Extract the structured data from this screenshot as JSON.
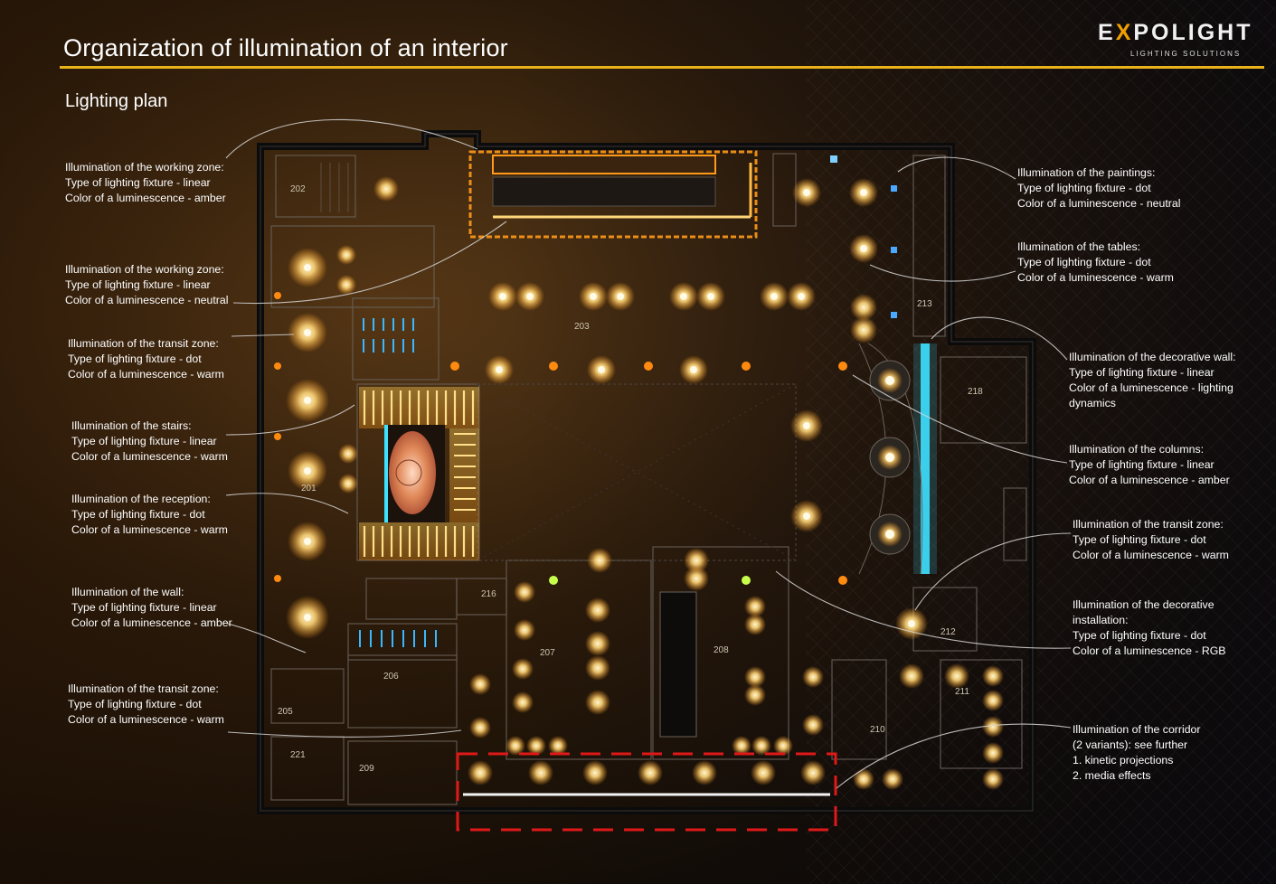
{
  "header": {
    "title": "Organization of illumination of an interior",
    "brand_name": "EXPOLIGHT",
    "brand_name_pre": "E",
    "brand_name_x": "X",
    "brand_name_post": "POLIGHT",
    "brand_tagline": "LIGHTING SOLUTIONS",
    "accent_color": "#e9b21a"
  },
  "subtitle": "Lighting plan",
  "left_notes": [
    {
      "lines": [
        "Illumination of the working zone:",
        "Type of lighting fixture - linear",
        "Color of a luminescence - amber"
      ]
    },
    {
      "lines": [
        "Illumination of the working zone:",
        "Type of lighting fixture - linear",
        "Color of a luminescence - neutral"
      ]
    },
    {
      "lines": [
        "Illumination of the transit zone:",
        "Type of lighting fixture - dot",
        "Color of a luminescence - warm"
      ]
    },
    {
      "lines": [
        "Illumination of the stairs:",
        "Type of lighting fixture - linear",
        "Color of a luminescence - warm"
      ]
    },
    {
      "lines": [
        "Illumination of the reception:",
        "Type of lighting fixture - dot",
        "Color of a luminescence - warm"
      ]
    },
    {
      "lines": [
        "Illumination of the wall:",
        "Type of lighting fixture - linear",
        "Color of a luminescence - amber"
      ]
    },
    {
      "lines": [
        "Illumination of the transit zone:",
        "Type of lighting fixture - dot",
        "Color of a luminescence - warm"
      ]
    }
  ],
  "right_notes": [
    {
      "lines": [
        "Illumination of the paintings:",
        "Type of lighting fixture - dot",
        "Color of a luminescence - neutral"
      ]
    },
    {
      "lines": [
        "Illumination of the tables:",
        "Type of lighting fixture - dot",
        "Color of a luminescence - warm"
      ]
    },
    {
      "lines": [
        "Illumination of the decorative wall:",
        "Type of lighting fixture - linear",
        "Color of a luminescence - lighting",
        "dynamics"
      ]
    },
    {
      "lines": [
        "Illumination of the columns:",
        "Type of lighting fixture - linear",
        "Color of a luminescence - amber"
      ]
    },
    {
      "lines": [
        "Illumination of the transit zone:",
        "Type of lighting fixture - dot",
        "Color of a luminescence - warm"
      ]
    },
    {
      "lines": [
        "Illumination of the decorative",
        "installation:",
        "Type of lighting fixture - dot",
        "Color of a luminescence - RGB"
      ]
    },
    {
      "lines": [
        "Illumination of the corridor",
        "(2 variants): see further",
        "1. kinetic projections",
        "2. media effects"
      ]
    }
  ],
  "plan": {
    "rooms": {
      "r201": "201",
      "r202": "202",
      "r203": "203",
      "r205": "205",
      "r206": "206",
      "r207": "207",
      "r208": "208",
      "r209": "209",
      "r210": "210",
      "r211": "211",
      "r212": "212",
      "r213": "213",
      "r216": "216",
      "r218": "218",
      "r221": "221"
    },
    "colors": {
      "warm": "#ffe9a8",
      "amber": "#ff9a1a",
      "neutral": "#7fd0ff",
      "highlight_frame": "#e01818"
    }
  }
}
